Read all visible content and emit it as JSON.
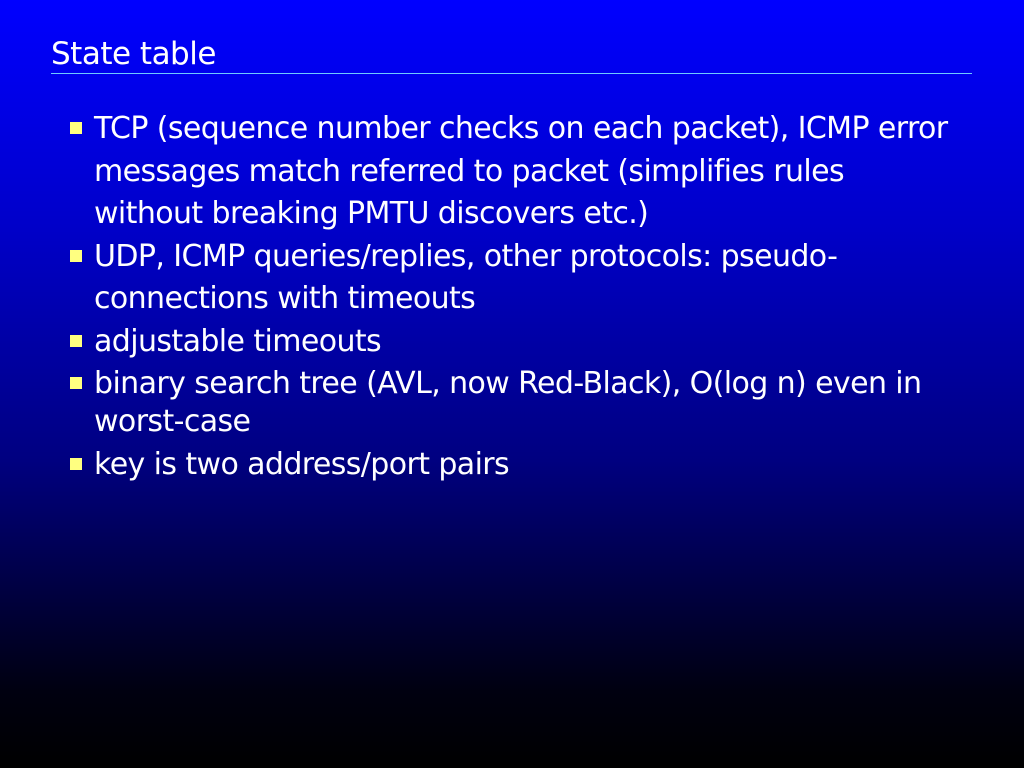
{
  "slide": {
    "title": "State table",
    "accent_color": "#6fc9ff",
    "bullet_color": "#ffff80",
    "bullet_icon": "square-bullet-icon",
    "bullets": [
      "TCP (sequence number checks on each packet), ICMP error messages match referred to packet (simplifies rules without breaking PMTU discovers etc.)",
      "UDP, ICMP queries/replies, other protocols: pseudo-connections with timeouts",
      "adjustable timeouts",
      "binary search tree (AVL, now Red-Black), O(log n) even in worst-case",
      "key is two address/port pairs"
    ]
  }
}
